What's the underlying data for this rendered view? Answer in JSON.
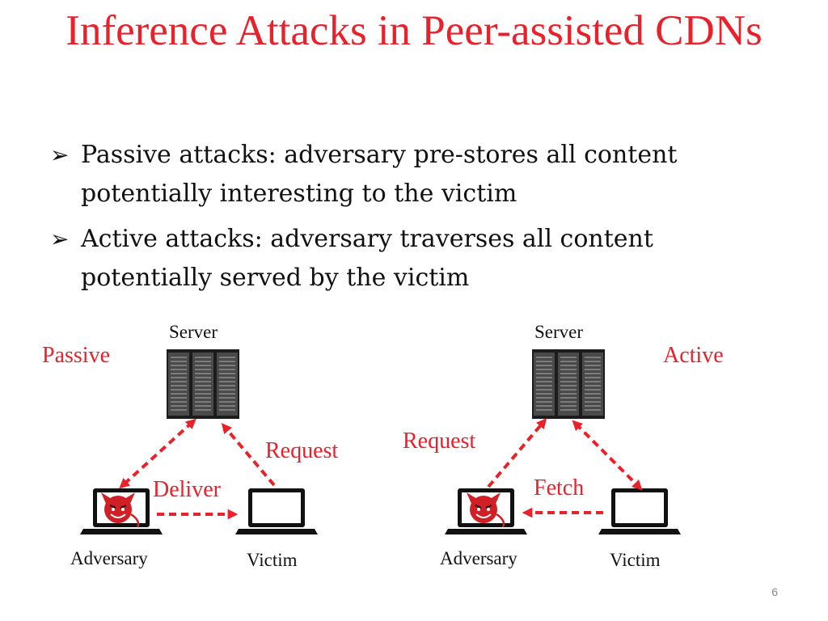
{
  "slide": {
    "title": "Inference Attacks in Peer-assisted CDNs",
    "bullets": [
      {
        "marker": "➢",
        "text": "Passive attacks: adversary pre-stores all content potentially interesting to the victim"
      },
      {
        "marker": "➢",
        "text": "Active attacks: adversary traverses all content potentially served by the victim"
      }
    ],
    "page_number": "6"
  },
  "diagram": {
    "passive": {
      "mode_label": "Passive",
      "server_label": "Server",
      "request_label": "Request",
      "deliver_label": "Deliver",
      "adversary_label": "Adversary",
      "victim_label": "Victim"
    },
    "active": {
      "mode_label": "Active",
      "server_label": "Server",
      "request_label": "Request",
      "fetch_label": "Fetch",
      "adversary_label": "Adversary",
      "victim_label": "Victim"
    },
    "colors": {
      "accent": "#e8212b",
      "text": "#111111",
      "device": "#111111"
    }
  }
}
